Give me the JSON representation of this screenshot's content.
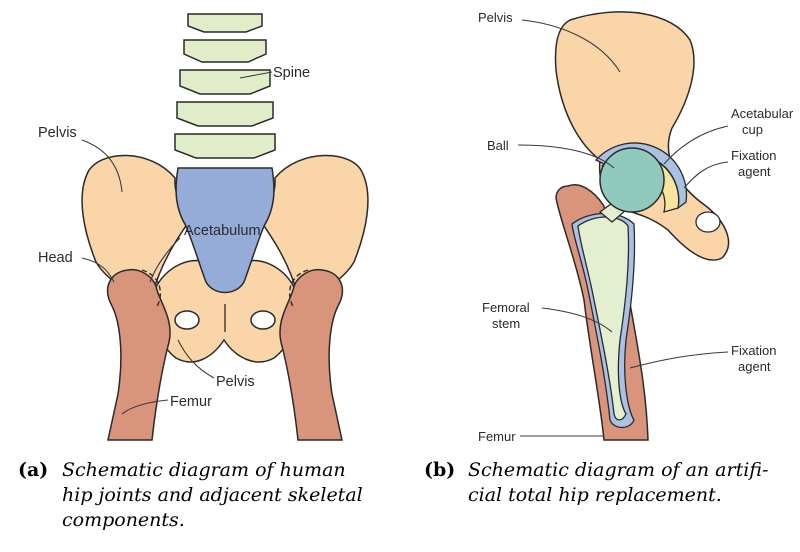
{
  "panel_a": {
    "labels": {
      "spine": "Spine",
      "pelvis_left": "Pelvis",
      "acetabulum": "Acetabulum",
      "head": "Head",
      "pelvis_bottom": "Pelvis",
      "femur": "Femur"
    },
    "caption": {
      "tag": "(a)",
      "lines": [
        "Schematic  diagram  of  human",
        "hip joints and adjacent skeletal",
        "components."
      ]
    }
  },
  "panel_b": {
    "labels": {
      "pelvis": "Pelvis",
      "acetabular_cup_1": "Acetabular",
      "acetabular_cup_2": "cup",
      "ball": "Ball",
      "fixation_top_1": "Fixation",
      "fixation_top_2": "agent",
      "femoral_stem_1": "Femoral",
      "femoral_stem_2": "stem",
      "fixation_bottom_1": "Fixation",
      "fixation_bottom_2": "agent",
      "femur": "Femur"
    },
    "caption": {
      "tag": "(b)",
      "lines": [
        "Schematic diagram of an artifi-",
        "cial total hip replacement."
      ]
    }
  },
  "colors": {
    "bone_pelvis": "#f9d5a7",
    "bone_femur": "#d9947c",
    "spine": "#e1edc8",
    "acetabulum": "#95acd8",
    "ball": "#8fcabc",
    "cup": "#f9e5a0",
    "stem": "#e3efd0",
    "fixation": "#a9c2e4"
  }
}
